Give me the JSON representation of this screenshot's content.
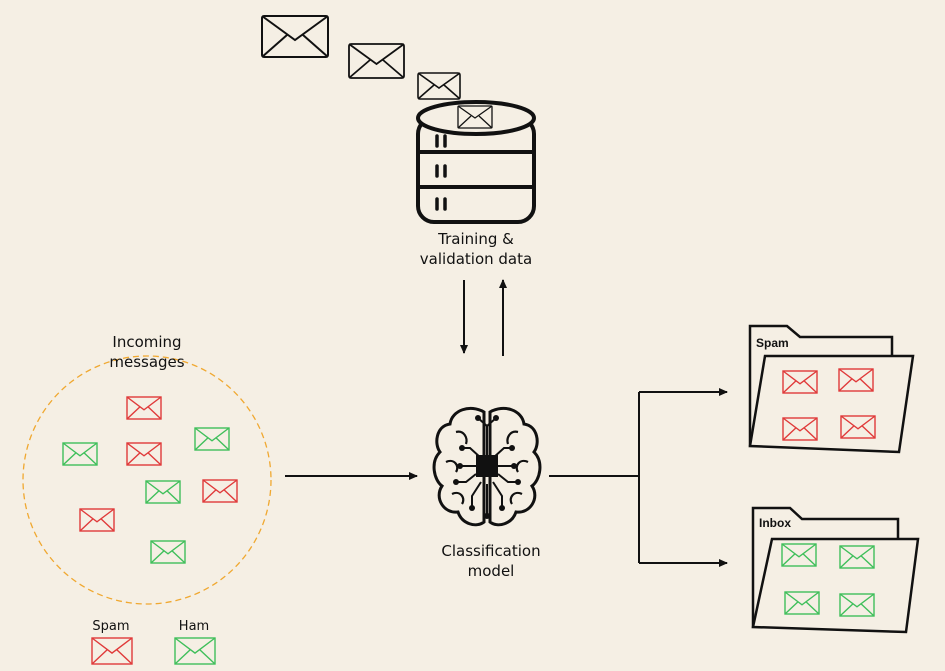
{
  "training_label": [
    "Training &",
    "validation data"
  ],
  "incoming_label": [
    "Incoming",
    "messages"
  ],
  "model_label": [
    "Classification",
    "model"
  ],
  "folders": {
    "spam": "Spam",
    "inbox": "Inbox"
  },
  "legend": {
    "spam": "Spam",
    "ham": "Ham"
  },
  "colors": {
    "background": "#f5efe4",
    "spam": "#e03a3a",
    "ham": "#3fbf5a",
    "boundary": "#f0a830",
    "ink": "#111111"
  },
  "icons": [
    "envelope-icon",
    "database-icon",
    "brain-chip-icon",
    "folder-icon",
    "arrow-icon"
  ]
}
